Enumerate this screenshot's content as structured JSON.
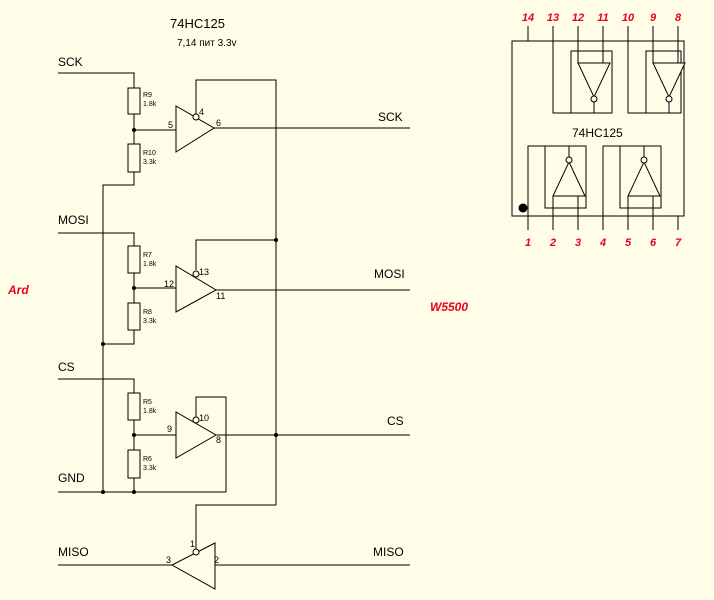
{
  "chip": {
    "title": "74HC125",
    "note": "7,14 пит  3.3v"
  },
  "side_labels": {
    "left": "Ard",
    "right": "W5500"
  },
  "colors": {
    "background": "#fffde8",
    "wire": "#000000",
    "accent": "#e8001c"
  },
  "signals": {
    "sck_in": "SCK",
    "sck_out": "SCK",
    "mosi_in": "MOSI",
    "mosi_out": "MOSI",
    "cs_in": "CS",
    "cs_out": "CS",
    "gnd": "GND",
    "miso_in": "MISO",
    "miso_out": "MISO"
  },
  "resistors": {
    "r9": {
      "name": "R9",
      "value": "1.8k"
    },
    "r10": {
      "name": "R10",
      "value": "3.3k"
    },
    "r7": {
      "name": "R7",
      "value": "1.8k"
    },
    "r8": {
      "name": "R8",
      "value": "3.3k"
    },
    "r5": {
      "name": "R5",
      "value": "1.8k"
    },
    "r6": {
      "name": "R6",
      "value": "3.3k"
    }
  },
  "buffer_pins": {
    "b1": {
      "oe": "4",
      "in": "5",
      "out": "6"
    },
    "b2": {
      "oe": "13",
      "in": "12",
      "out": "11"
    },
    "b3": {
      "oe": "10",
      "in": "9",
      "out": "8"
    },
    "b4": {
      "oe": "1",
      "in": "3",
      "out": "2"
    }
  },
  "pinout": {
    "top_pins": [
      "14",
      "13",
      "12",
      "11",
      "10",
      "9",
      "8"
    ],
    "bottom_pins": [
      "1",
      "2",
      "3",
      "4",
      "5",
      "6",
      "7"
    ],
    "label": "74HC125"
  }
}
